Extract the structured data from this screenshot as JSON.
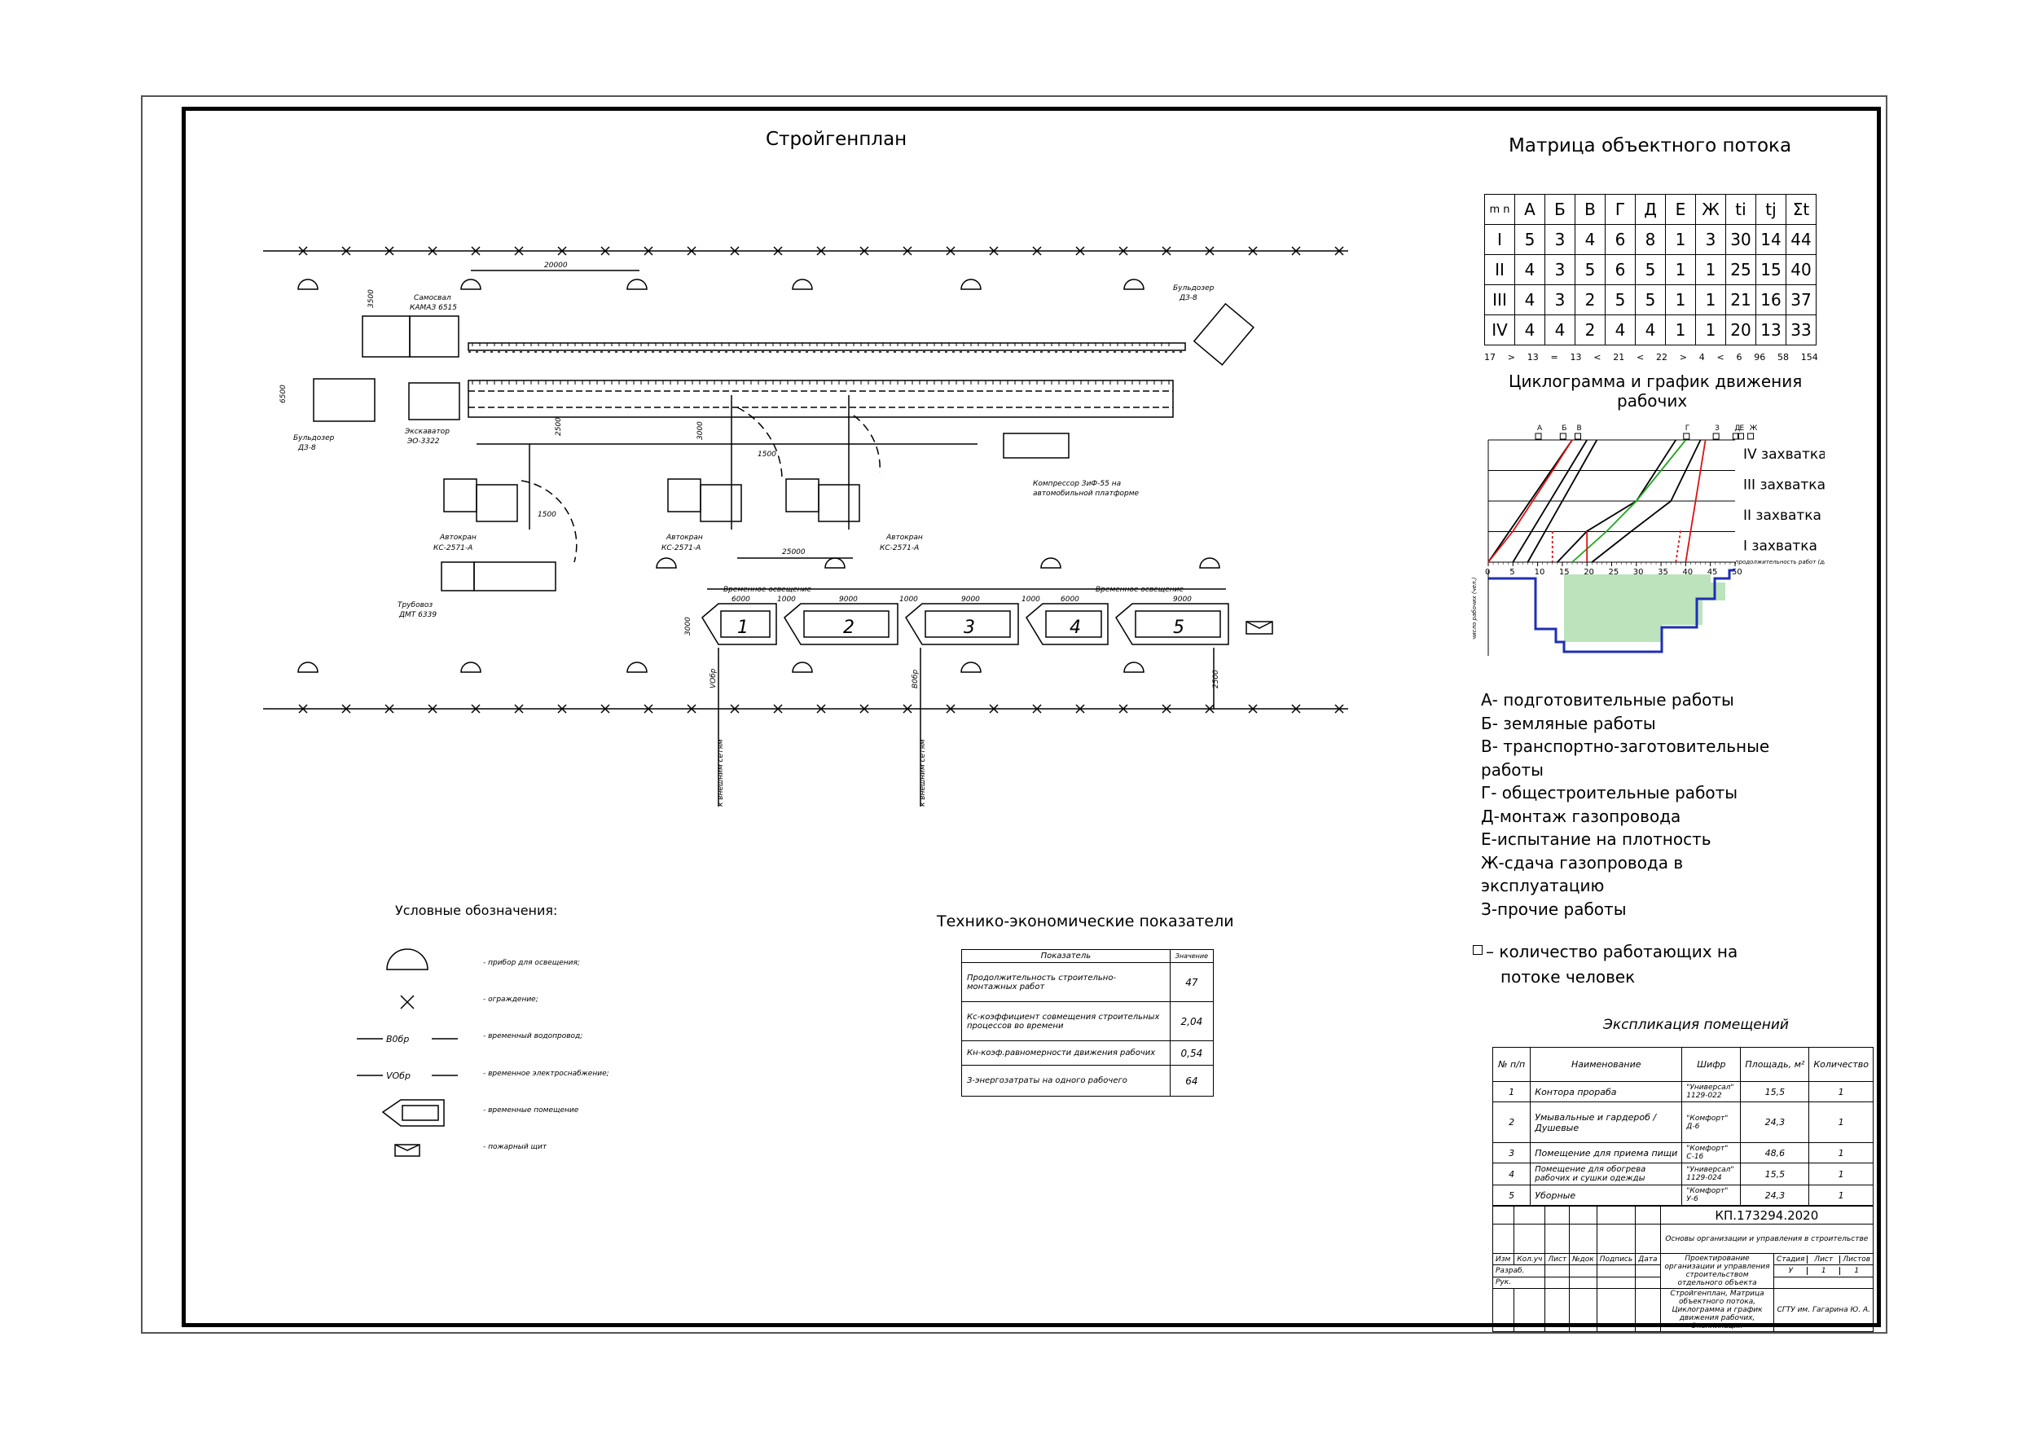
{
  "drawing": {
    "site_plan_title": "Стройгенплан",
    "matrix_title": "Матрица объектного потока",
    "cyclogram_title_1": "Циклограмма и график движения",
    "cyclogram_title_2": "рабочих",
    "legend_title": "Условные обозначения:",
    "tep_title": "Технико-экономические показатели",
    "expl_title": "Экспликация помещений"
  },
  "site_plan": {
    "dims": [
      "20000",
      "25000",
      "6000",
      "1000",
      "9000",
      "9000",
      "1000",
      "6000",
      "1000",
      "9000"
    ],
    "huts": [
      "1",
      "2",
      "3",
      "4",
      "5"
    ],
    "labels": {
      "dump_truck_1": "Самосвал",
      "dump_truck_2": "КАМАЗ 6515",
      "bulldozer_right_1": "Бульдозер",
      "bulldozer_right_2": "ДЗ-8",
      "bulldozer_left_1": "Бульдозер",
      "bulldozer_left_2": "ДЗ-8",
      "excavator_1": "Экскаватор",
      "excavator_2": "ЭО-3322",
      "compressor_1": "Компрессор ЗиФ-55 на",
      "compressor_2": "автомобильной платформе",
      "crane_a_1": "Автокран",
      "crane_a_2": "КС-2571-А",
      "crane_b_1": "Автокран",
      "crane_b_2": "КС-2571-А",
      "crane_c_1": "Автокран",
      "crane_c_2": "КС-2571-А",
      "pipelayer_1": "Трубовоз",
      "pipelayer_2": "ДМТ 6339",
      "light_1": "Временное освещение",
      "light_2": "Временное освещение",
      "v0_label": "В0бр",
      "v0e_label": "VОбр",
      "net_1": "к внешним сетям",
      "net_2": "к внешним сетям",
      "d1": "3500",
      "d2": "2500",
      "d3": "3000",
      "d4": "6500",
      "d5": "3000",
      "d6": "2500",
      "d7": "1500",
      "d8": "1500"
    }
  },
  "matrix": {
    "header": [
      "m\nn",
      "А",
      "Б",
      "В",
      "Г",
      "Д",
      "Е",
      "Ж",
      "ti",
      "tj",
      "Σt"
    ],
    "rows": [
      {
        "n": "I",
        "cells": [
          "5",
          "3",
          "4",
          "6",
          "8",
          "1",
          "3"
        ],
        "ti": "30",
        "tj": "14",
        "sum": "44"
      },
      {
        "n": "II",
        "cells": [
          "4",
          "3",
          "5",
          "6",
          "5",
          "1",
          "1"
        ],
        "ti": "25",
        "tj": "15",
        "sum": "40"
      },
      {
        "n": "III",
        "cells": [
          "4",
          "3",
          "2",
          "5",
          "5",
          "1",
          "1"
        ],
        "ti": "21",
        "tj": "16",
        "sum": "37"
      },
      {
        "n": "IV",
        "cells": [
          "4",
          "4",
          "2",
          "4",
          "4",
          "1",
          "1"
        ],
        "ti": "20",
        "tj": "13",
        "sum": "33"
      }
    ],
    "footer": [
      "17",
      ">",
      "13",
      "=",
      "13",
      "<",
      "21",
      "<",
      "22",
      ">",
      "4",
      "<",
      "6",
      "96",
      "58",
      "154"
    ]
  },
  "chart_data": {
    "type": "line",
    "title": "Циклограмма и график движения рабочих",
    "xlabel": "продолжительность работ (дни)",
    "ylabel": "число рабочих (чел.)",
    "xlim": [
      0,
      50
    ],
    "x_ticks": [
      0,
      5,
      10,
      15,
      20,
      25,
      30,
      35,
      40,
      45,
      50
    ],
    "rows": [
      "IV захватка",
      "III захватка",
      "II захватка",
      "I захватка"
    ],
    "top_letters": [
      "А",
      "Б",
      "В",
      "Г",
      "З",
      "Д",
      "Е",
      "Ж"
    ]
  },
  "legend_works": [
    "А- подготовительные работы",
    "Б- земляные работы",
    "В- транспортно-заготовительные",
    "работы",
    "Г- общестроительные работы",
    "Д-монтаж газопровода",
    "Е-испытание на плотность",
    "Ж-сдача газопровода в",
    "эксплуатацию",
    "З-прочие работы"
  ],
  "workers_note_1": "количество работающих на",
  "workers_note_2": "потоке человек",
  "legend": [
    {
      "symbol": "lamp",
      "text": "- прибор для освещения;"
    },
    {
      "symbol": "cross",
      "text": "- ограждение;"
    },
    {
      "symbol": "water",
      "text": "- временный водопровод;",
      "code": "В0бр"
    },
    {
      "symbol": "power",
      "text": "- временное электроснабжение;",
      "code": "VОбр"
    },
    {
      "symbol": "hut",
      "text": "- временные помещение"
    },
    {
      "symbol": "shield",
      "text": "- пожарный щит"
    }
  ],
  "tep": {
    "headers": [
      "Показатель",
      "Значение"
    ],
    "rows": [
      {
        "name": "Продолжительность строительно-монтажных работ",
        "value": "47"
      },
      {
        "name": "Кс-коэффициент совмещения строительных процессов во времени",
        "value": "2,04"
      },
      {
        "name": "Кн-коэф.равномерности движения рабочих",
        "value": "0,54"
      },
      {
        "name": "З-энергозатраты на одного рабочего",
        "value": "64"
      }
    ]
  },
  "explication": {
    "headers": [
      "№ п/п",
      "Наименование",
      "Шифр",
      "Площадь, м²",
      "Количество"
    ],
    "rows": [
      {
        "n": "1",
        "name": "Контора прораба",
        "code": "\"Универсал\" 1129-022",
        "area": "15,5",
        "qty": "1"
      },
      {
        "n": "2",
        "name": "Умывальные и гардероб / Душевые",
        "code": "\"Комфорт\" Д-6",
        "area": "24,3",
        "qty": "1"
      },
      {
        "n": "3",
        "name": "Помещение для приема пищи",
        "code": "\"Комфорт\" С-16",
        "area": "48,6",
        "qty": "1"
      },
      {
        "n": "4",
        "name": "Помещение для обогрева рабочих и сушки одежды",
        "code": "\"Универсал\" 1129-024",
        "area": "15,5",
        "qty": "1"
      },
      {
        "n": "5",
        "name": "Уборные",
        "code": "\"Комфорт\" У-6",
        "area": "24,3",
        "qty": "1"
      }
    ]
  },
  "stamp": {
    "code": "КП.173294.2020",
    "subject": "Основы организации и управления в строительстве",
    "project": "Проектирование организации и управления строительством отдельного объекта",
    "sheet_title": "Стройгенплан, Матрица объектного потока, Циклограмма и график движения рабочих, Экспликация",
    "org": "СГТУ им. Гагарина Ю. А.",
    "cols": [
      "Изм",
      "Кол.уч",
      "Лист",
      "№док",
      "Подпись",
      "Дата"
    ],
    "roles": [
      "Разраб.",
      "Рук."
    ],
    "stage_headers": [
      "Стадия",
      "Лист",
      "Листов"
    ],
    "stage_values": [
      "У",
      "1",
      "1"
    ]
  }
}
